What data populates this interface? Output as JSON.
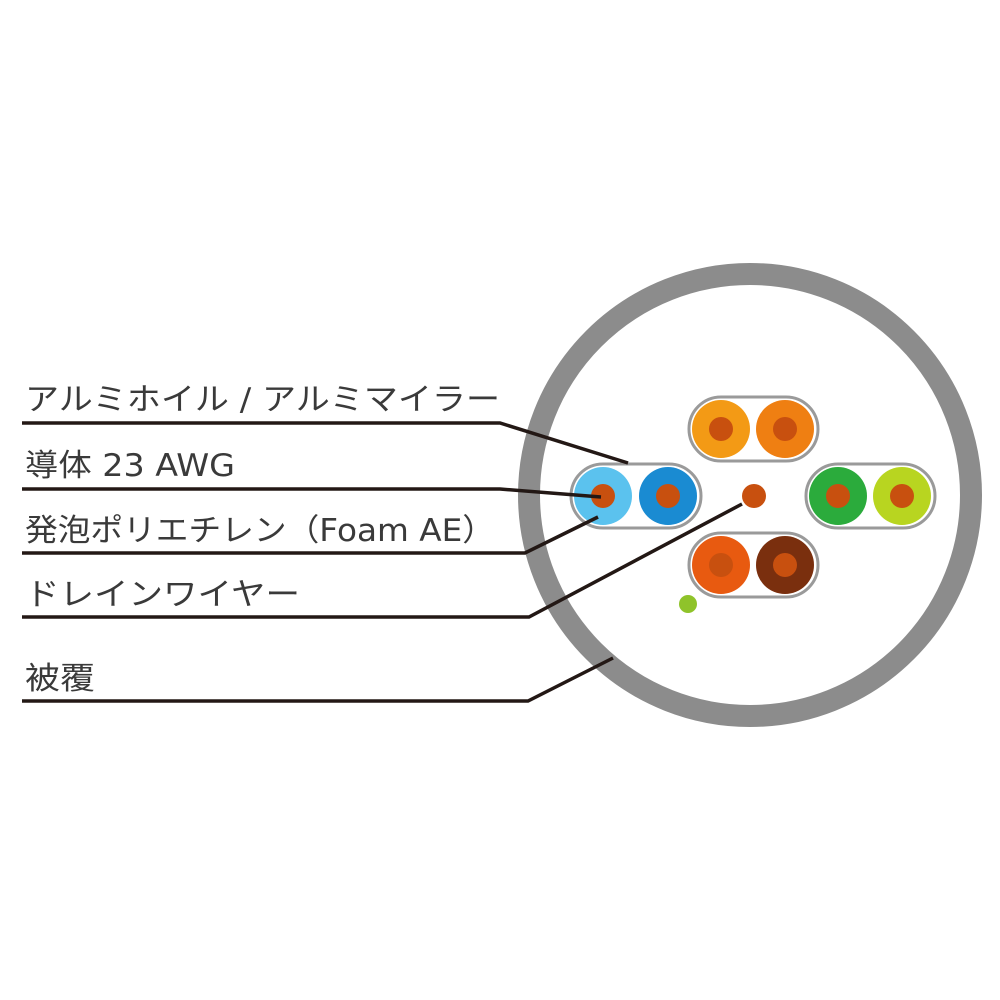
{
  "labels": {
    "shield": "アルミホイル / アルミマイラー",
    "conductor": "導体 23 AWG",
    "insulation": "発泡ポリエチレン（Foam AE）",
    "drain_wire": "ドレインワイヤー",
    "jacket": "被覆"
  },
  "colors": {
    "jacket": "#8c8c8c",
    "pair_outline": "#9a9a9a",
    "conductor": "#c8500f",
    "drain_wire": "#8fc32a",
    "blue_light": "#5bc2ee",
    "blue": "#1a8bd2",
    "orange_light": "#f39a15",
    "orange": "#ef7f12",
    "green": "#2bab3c",
    "green_light": "#b8d520",
    "brown_light": "#e85a10",
    "brown": "#7a2f0e",
    "leader_line": "#231815",
    "label_text": "#3a3a3a"
  }
}
